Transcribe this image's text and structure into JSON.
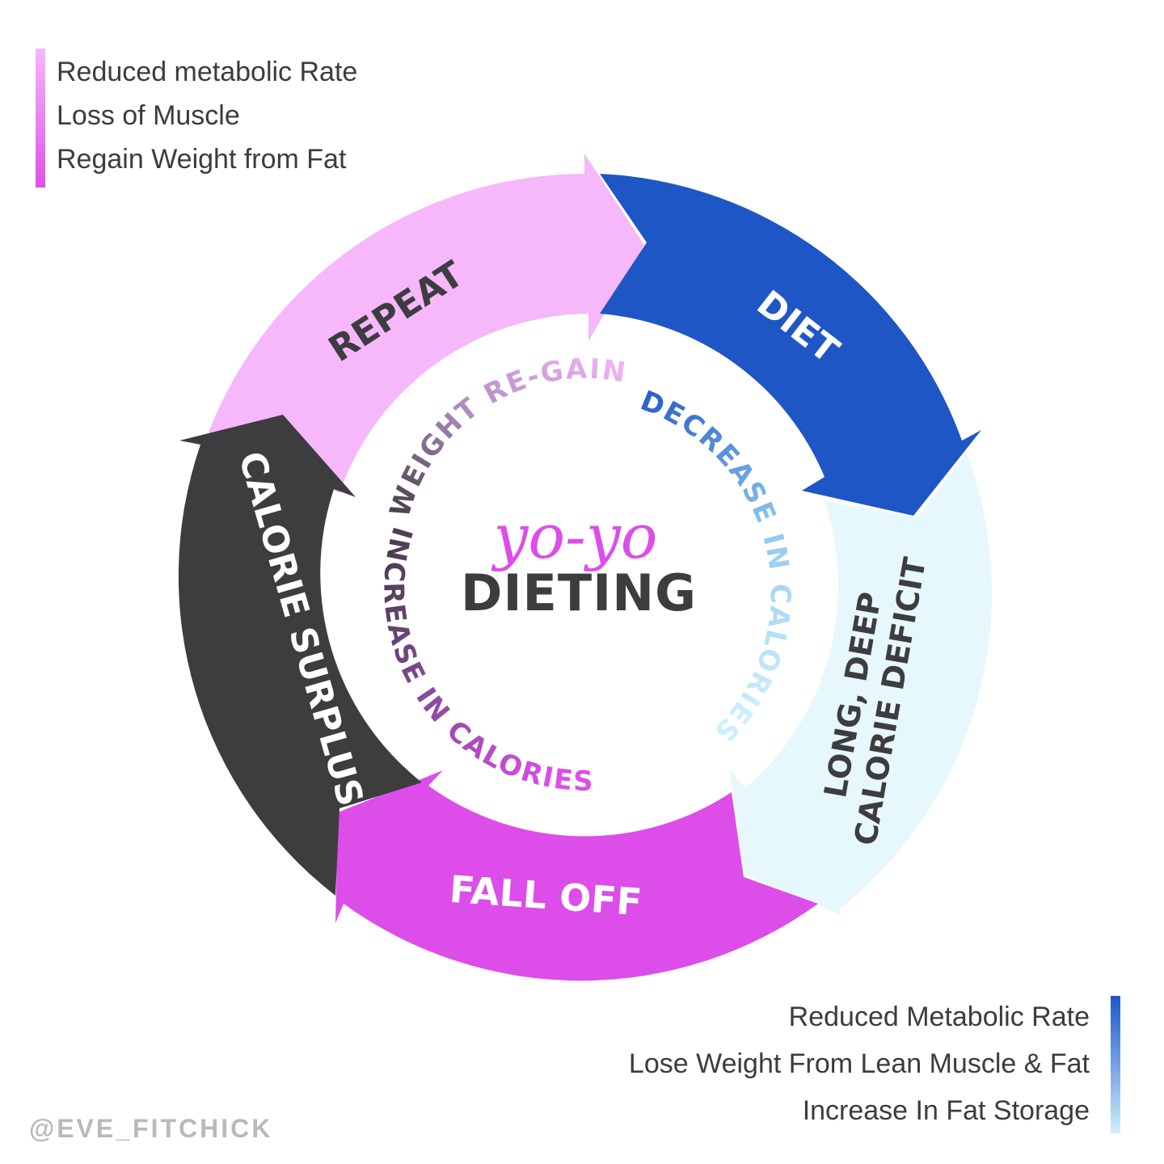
{
  "notes": {
    "top_left": [
      "Reduced metabolic Rate",
      "Loss of Muscle",
      "Regain Weight from Fat"
    ],
    "bottom_right": [
      "Reduced Metabolic Rate",
      "Lose Weight From Lean Muscle & Fat",
      "Increase In Fat Storage"
    ]
  },
  "segments": {
    "repeat": "REPEAT",
    "diet": "DIET",
    "deficit_line1": "LONG, DEEP",
    "deficit_line2": "CALORIE DEFICIT",
    "fall_off": "FALL OFF",
    "surplus": "CALORIE SURPLUS"
  },
  "inner_ring": {
    "weight_regain": "WEIGHT RE-GAIN",
    "decrease": "DECREASE IN CALORIES",
    "increase": "INCREASE IN CALORIES"
  },
  "center": {
    "script": "yo-yo",
    "title": "DIETING"
  },
  "watermark": "@EVE_FITCHICK",
  "colors": {
    "pink_light": "#f6b7fb",
    "blue": "#1f56c6",
    "blue_pale": "#e7f7fe",
    "magenta": "#dd4de9",
    "charcoal": "#3d3d3f",
    "text_dark": "#3c3c3e"
  }
}
